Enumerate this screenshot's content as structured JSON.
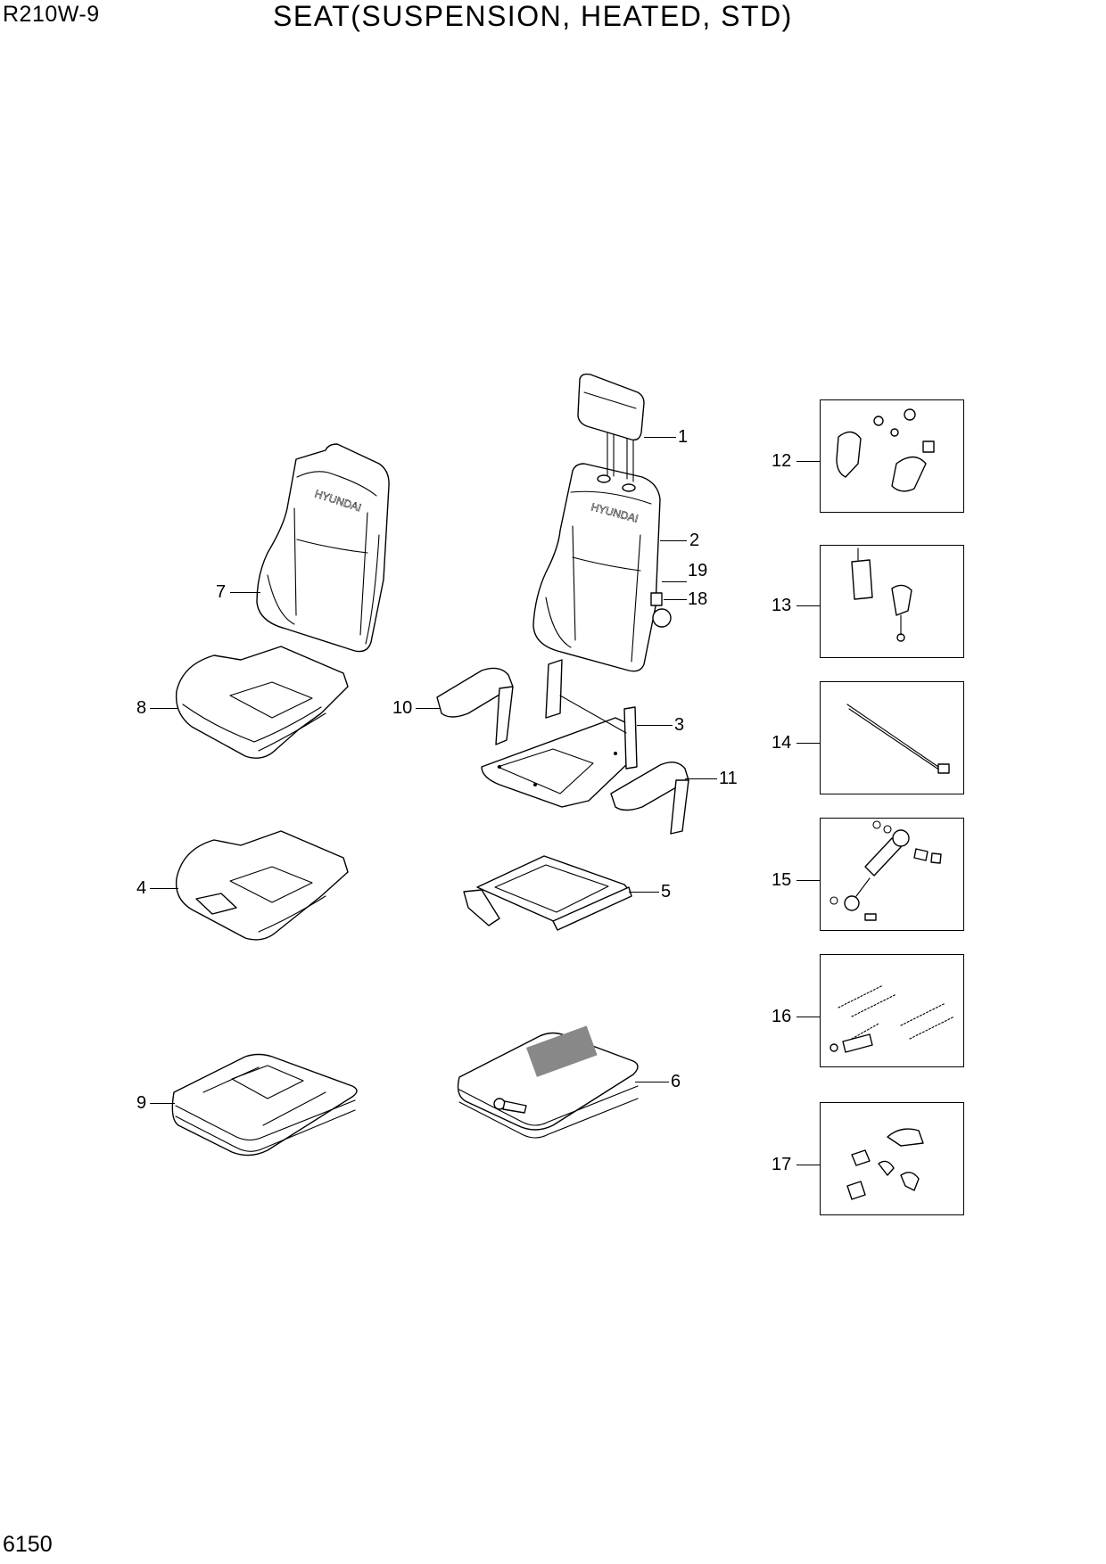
{
  "header": {
    "model": "R210W-9",
    "title": "SEAT(SUSPENSION, HEATED, STD)"
  },
  "footer": {
    "page_number": "6150"
  },
  "seat_back_logo": "HYUNDAI",
  "callouts": {
    "c1": "1",
    "c2": "2",
    "c3": "3",
    "c4": "4",
    "c5": "5",
    "c6": "6",
    "c7": "7",
    "c8": "8",
    "c9": "9",
    "c10": "10",
    "c11": "11",
    "c12": "12",
    "c13": "13",
    "c14": "14",
    "c15": "15",
    "c16": "16",
    "c17": "17",
    "c18": "18",
    "c19": "19"
  }
}
